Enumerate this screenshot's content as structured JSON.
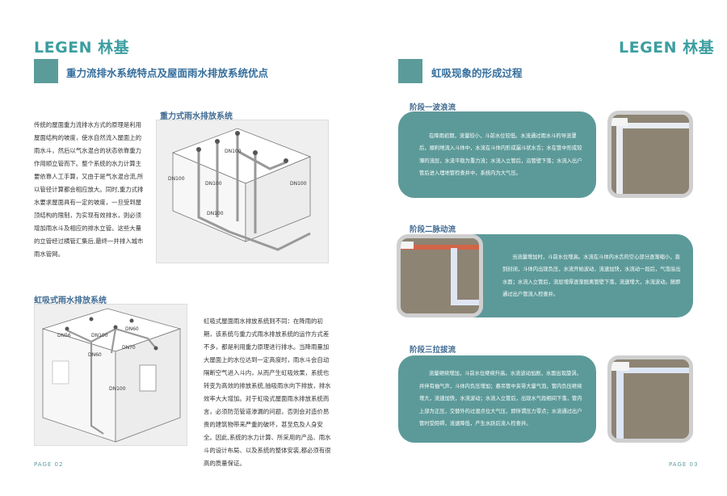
{
  "left": {
    "brand": "LEGEN 林基",
    "title": "重力流排水系统特点及屋面雨水排放系统优点",
    "intro": "传统的屋面重力流排水方式的原理是利用屋面结构的坡度，使水自然流入屋面上的雨水斗，然后以气水混合的状态依靠重力作用顺立管而下。整个系统的水力计算主要依靠人工手算，又由于是气水混合流,所以管径计算都会相应放大。同时,重力式排水要求屋面具有一定的坡度，一旦受到屋顶结构的限制，为实现有效排水，则必须增加雨水斗及相应的排水立管。这些大量的立管经过横管汇集后,最终一并排入城市雨水管网。",
    "gravity_title": "重力式雨水排放系统",
    "gravity_labels": [
      "DN100",
      "DN100",
      "DN100",
      "DN100",
      "DN100"
    ],
    "siphon_title": "虹吸式雨水排放系统",
    "siphon_labels": [
      "DN56",
      "DN100",
      "DN60",
      "DN70",
      "DN60",
      "DN100"
    ],
    "siphon_text": "虹吸式屋面雨水排放系统则不同：在降雨的初期，该系统与重力式雨水排放系统的运作方式差不多，都是利用重力原理进行排水。当降雨量加大屋面上的水位达到一定高度时，雨水斗会自动隔断空气进入斗内，从而产生虹吸效果，系统也转变为高效的排放系统,抽吸雨水向下排放，排水效率大大增加。对于虹吸式屋面雨水排放系统而言，必须防范管道渗漏的问题，否则会对造价昂贵的建筑物带来严重的破坏，甚至危及人身安全。因此,系统的水力计算、所采用的产品、雨水斗的设计布局、以及系统的整体安装,都必须有很高的质量保证。",
    "page": "PAGE  02"
  },
  "right": {
    "brand": "LEGEN 林基",
    "title": "虹吸现象的形成过程",
    "stage1_title": "阶段一波浪流",
    "stage1_text": "在降雨初期，流量较小，斗前水位较低。水流通过雨水斗的导流罩后，顺利地流入斗体中，水流在斗体内形成漏斗状水舌；水在管中形成较薄的流层，水流平稳为重力流；水流入立管后，沿管壁下落；水流入出户管后进入埋地管检查井中，系统内为大气压。",
    "stage2_title": "阶段二脉动流",
    "stage2_text": "当流量增加时，斗前水位增高。水流在斗体内水舌的空心部分逐渐缩小，直到封闭，斗体内出现负压，水流开始波动，流速加快，水流动一段后，气泡溢出水面；水流入立管后，流层增厚逐渐脱离管壁下落，流速增大，水流波动。随即通过出户管流入检查井。",
    "stage3_title": "阶段三拉拔流",
    "stage3_text": "流量继续增加，斗前水位继续升高。水流波动加剧，水面出现旋涡，并伴有抽气声，斗体内负压增加；悬吊管中夹带大量气泡，管内负压继续增大，流速加快，水流波动；水流入立管后，出现水气段相间下落，管内上部为正压，交替外的过渡点位大气压，即所谓压力零点；水流通过出户管时受阻碍，流速降低，产生水跃后流入检查井。",
    "page": "PAGE  03"
  },
  "colors": {
    "teal": "#5b9c9a",
    "bubble": "#5c9a99",
    "title_blue": "#356e9c"
  }
}
